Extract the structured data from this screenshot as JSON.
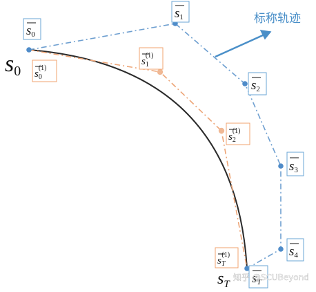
{
  "legend": {
    "text": "标称轨迹",
    "color": "#4a8fc8"
  },
  "colors": {
    "true_trajectory": "#333333",
    "nominal": "#5b93c7",
    "iterate": "#e8a77a",
    "blue_box": "#6aa6d6",
    "orange_box": "#f0a36f"
  },
  "labels": {
    "s0_big": {
      "base": "s",
      "sub": "0"
    },
    "sT_big": {
      "base": "s",
      "sub": "T"
    },
    "nominal": [
      {
        "base": "s",
        "sub": "0",
        "sup": ""
      },
      {
        "base": "s",
        "sub": "1",
        "sup": ""
      },
      {
        "base": "s",
        "sub": "2",
        "sup": ""
      },
      {
        "base": "s",
        "sub": "3",
        "sup": ""
      },
      {
        "base": "s",
        "sub": "4",
        "sup": ""
      },
      {
        "base": "s",
        "sub": "T",
        "sup": ""
      }
    ],
    "iterates": [
      {
        "base": "s",
        "sub": "0",
        "sup": "(1)"
      },
      {
        "base": "s",
        "sub": "1",
        "sup": "(1)"
      },
      {
        "base": "s",
        "sub": "2",
        "sup": "(1)"
      },
      {
        "base": "s",
        "sub": "T",
        "sup": "(1)"
      }
    ]
  },
  "watermark": "知乎 @SCUBeyond"
}
